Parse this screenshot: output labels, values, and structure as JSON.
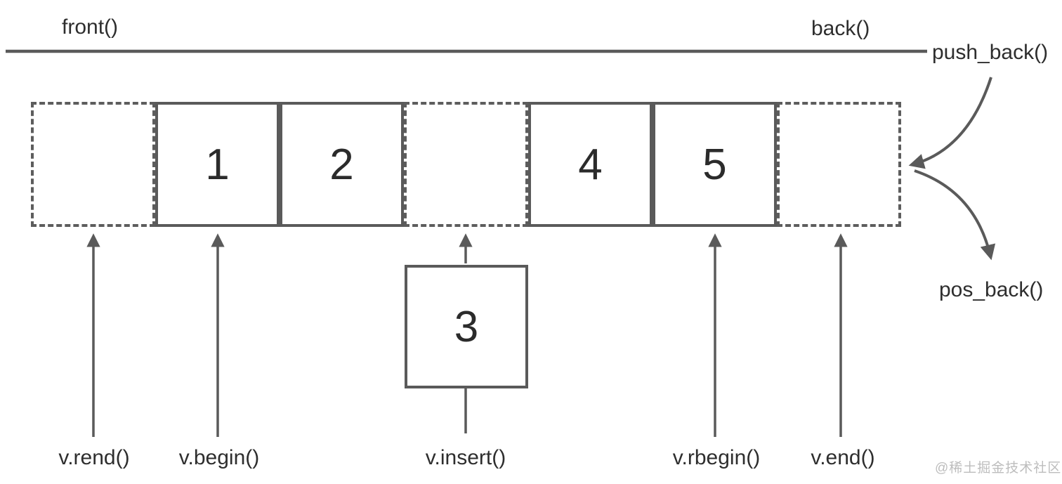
{
  "diagram": {
    "title_context": "vector iterator / access operations diagram",
    "top_labels": {
      "front": "front()",
      "back": "back()"
    },
    "right_labels": {
      "push_back": "push_back()",
      "pos_back": "pos_back()"
    },
    "cells": [
      {
        "type": "dotted",
        "value": ""
      },
      {
        "type": "solid",
        "value": "1"
      },
      {
        "type": "solid",
        "value": "2"
      },
      {
        "type": "dotted",
        "value": ""
      },
      {
        "type": "solid",
        "value": "4"
      },
      {
        "type": "solid",
        "value": "5"
      },
      {
        "type": "dotted",
        "value": ""
      }
    ],
    "insert_box": {
      "value": "3"
    },
    "pointers": [
      {
        "label": "v.rend()"
      },
      {
        "label": "v.begin()"
      },
      {
        "label": "v.insert()"
      },
      {
        "label": "v.rbegin()"
      },
      {
        "label": "v.end()"
      }
    ],
    "watermark": "@稀土掘金技术社区",
    "colors": {
      "line": "#5a5a5a",
      "text": "#2e2e2e",
      "number": "#2b2b2b",
      "watermark": "#bdbdbd",
      "background": "#ffffff"
    }
  }
}
